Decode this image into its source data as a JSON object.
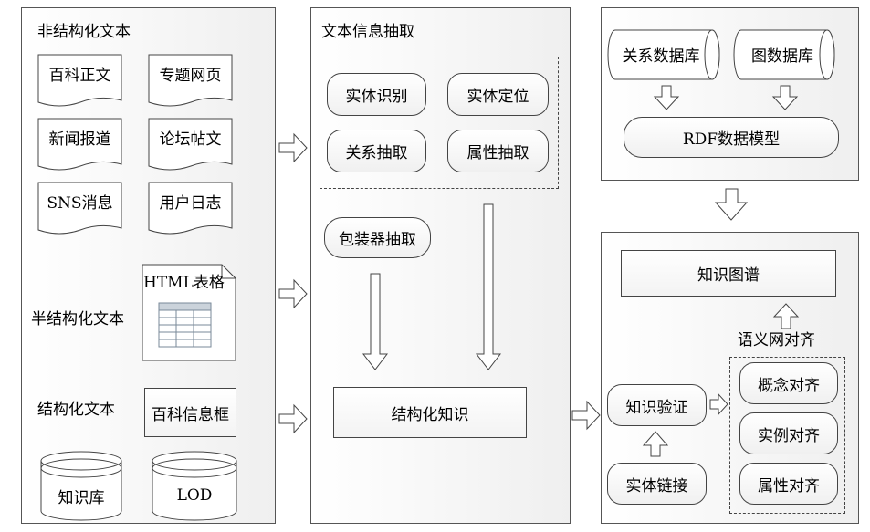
{
  "left": {
    "unstructured_title": "非结构化文本",
    "docs": [
      "百科正文",
      "专题网页",
      "新闻报道",
      "论坛帖文",
      "SNS消息",
      "用户日志"
    ],
    "semi_title": "半结构化文本",
    "html_table_label": "HTML表格",
    "structured_title": "结构化文本",
    "infobox_label": "百科信息框",
    "db_kb": "知识库",
    "db_lod": "LOD"
  },
  "middle": {
    "title": "文本信息抽取",
    "ops": [
      "实体识别",
      "实体定位",
      "关系抽取",
      "属性抽取"
    ],
    "wrapper": "包装器抽取",
    "structured_knowledge": "结构化知识"
  },
  "top_right": {
    "relational_db": "关系数据库",
    "graph_db": "图数据库",
    "rdf_model": "RDF数据模型"
  },
  "bottom_right": {
    "knowledge_graph": "知识图谱",
    "semantic_align_title": "语义网对齐",
    "align_items": [
      "概念对齐",
      "实例对齐",
      "属性对齐"
    ],
    "verification": "知识验证",
    "entity_linking": "实体链接"
  }
}
